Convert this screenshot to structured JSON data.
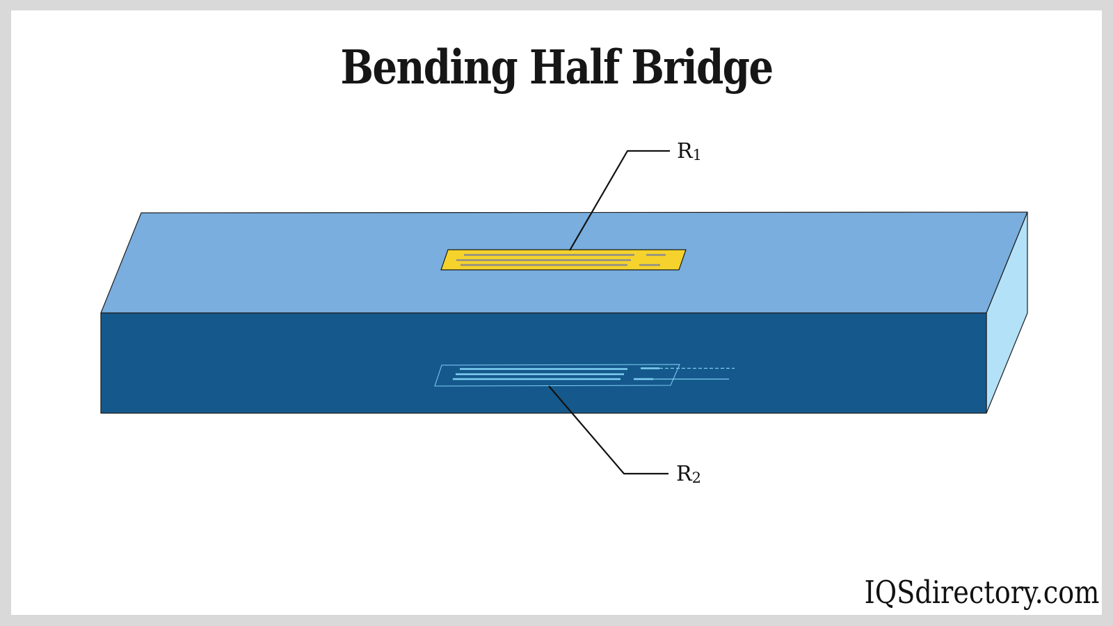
{
  "title": "Bending Half Bridge",
  "watermark": "IQSdirectory.com",
  "colors": {
    "frame": "#d9d9d9",
    "canvas": "#ffffff",
    "beam_top": "#79aede",
    "beam_front": "#15598c",
    "beam_side": "#b3e1f7",
    "outline": "#1c1c1c",
    "gauge_body": "#f5d32c",
    "gauge_grid": "#8c8c8c",
    "gauge_blue": "#7fd0f2",
    "leader": "#111111"
  },
  "labels": {
    "r1": {
      "base": "R",
      "sub": "1"
    },
    "r2": {
      "base": "R",
      "sub": "2"
    }
  }
}
